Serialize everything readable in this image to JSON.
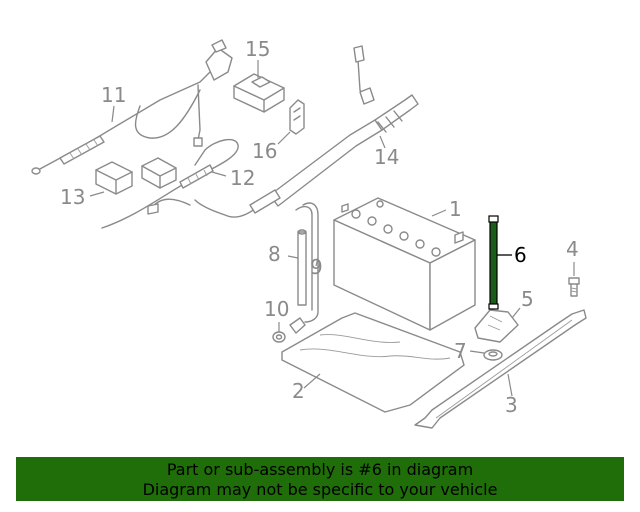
{
  "callouts": {
    "c1": "1",
    "c2": "2",
    "c3": "3",
    "c4": "4",
    "c5": "5",
    "c6": "6",
    "c7": "7",
    "c8": "8",
    "c9": "9",
    "c10": "10",
    "c11": "11",
    "c12": "12",
    "c13": "13",
    "c14": "14",
    "c15": "15",
    "c16": "16"
  },
  "highlighted_part": "6",
  "colors": {
    "banner": "#1f6e09",
    "line": "#8a8a8a",
    "highlight": "#000000",
    "highlight_fill": "#1a5c1a"
  },
  "banner": {
    "line1": "Part or sub-assembly is #6 in diagram",
    "line2": "Diagram may not be specific to your vehicle"
  }
}
